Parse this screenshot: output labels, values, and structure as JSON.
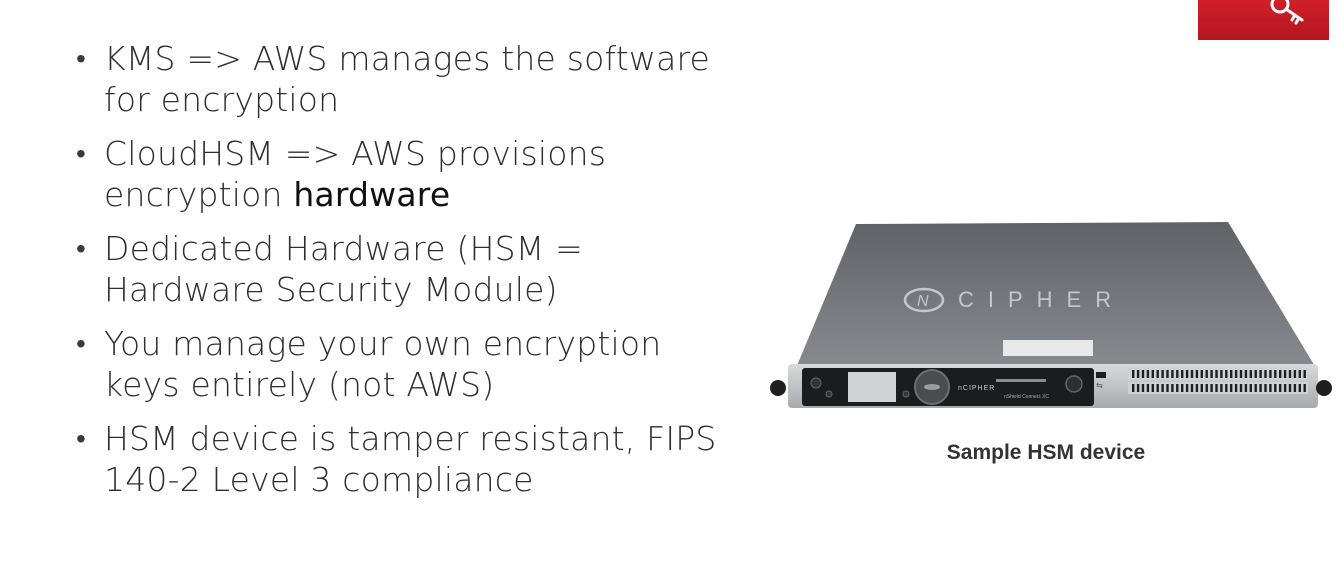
{
  "slide": {
    "bullets": [
      {
        "text": "KMS => AWS manages the software for encryption"
      },
      {
        "text_before": "CloudHSM => AWS provisions encryption ",
        "emphasis": "hardware"
      },
      {
        "text": "Dedicated Hardware (HSM = Hardware Security Module)"
      },
      {
        "text": "You manage your own encryption keys entirely (not AWS)"
      },
      {
        "text": "HSM device is tamper resistant, FIPS 140-2 Level 3 compliance"
      }
    ],
    "bullet_glyph": "•"
  },
  "figure": {
    "brand_text": "CIPHER",
    "brand_letter": "N",
    "front_panel_brand": "nCIPHER",
    "model_text": "nShield Connect XC",
    "caption": "Sample HSM device"
  },
  "colors": {
    "badge_red": "#c91d27",
    "text": "#2e2e2e",
    "device_top": "#6f7377",
    "device_front": "#1b1c1e"
  },
  "icons": {
    "corner": "key-icon"
  }
}
